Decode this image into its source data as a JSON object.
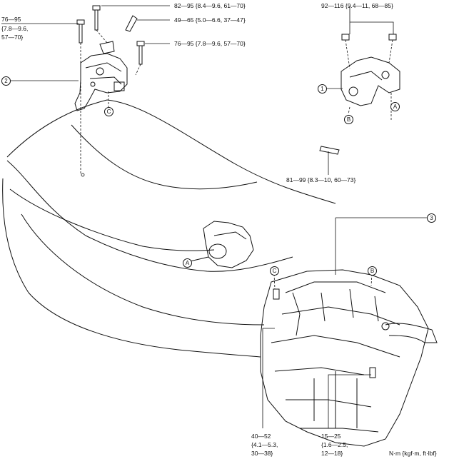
{
  "torque": {
    "t82": "82—95 {8.4—9.6, 61—70}",
    "t49": "49—65 {5.0—6.6, 37—47}",
    "t76r": "76—95 {7.8—9.6, 57—70}",
    "t76l_1": "76—95",
    "t76l_2": "{7.8—9.6,",
    "t76l_3": "57—70}",
    "t92": "92—116 {9.4—11, 68—85}",
    "t81": "81—99 {8.3—10, 60—73}",
    "t40_1": "40—52",
    "t40_2": "{4.1—5.3,",
    "t40_3": "30—38}",
    "t15_1": "15—25",
    "t15_2": "{1.6—2.5,",
    "t15_3": "12—18}"
  },
  "callouts": {
    "n1": "1",
    "n2": "2",
    "n3": "3",
    "a1": "A",
    "a2": "A",
    "b1": "B",
    "b2": "B",
    "c1": "C",
    "c2": "C"
  },
  "units": "N·m {kgf·m, ft·lbf}",
  "colors": {
    "line": "#111111",
    "background": "#ffffff"
  }
}
